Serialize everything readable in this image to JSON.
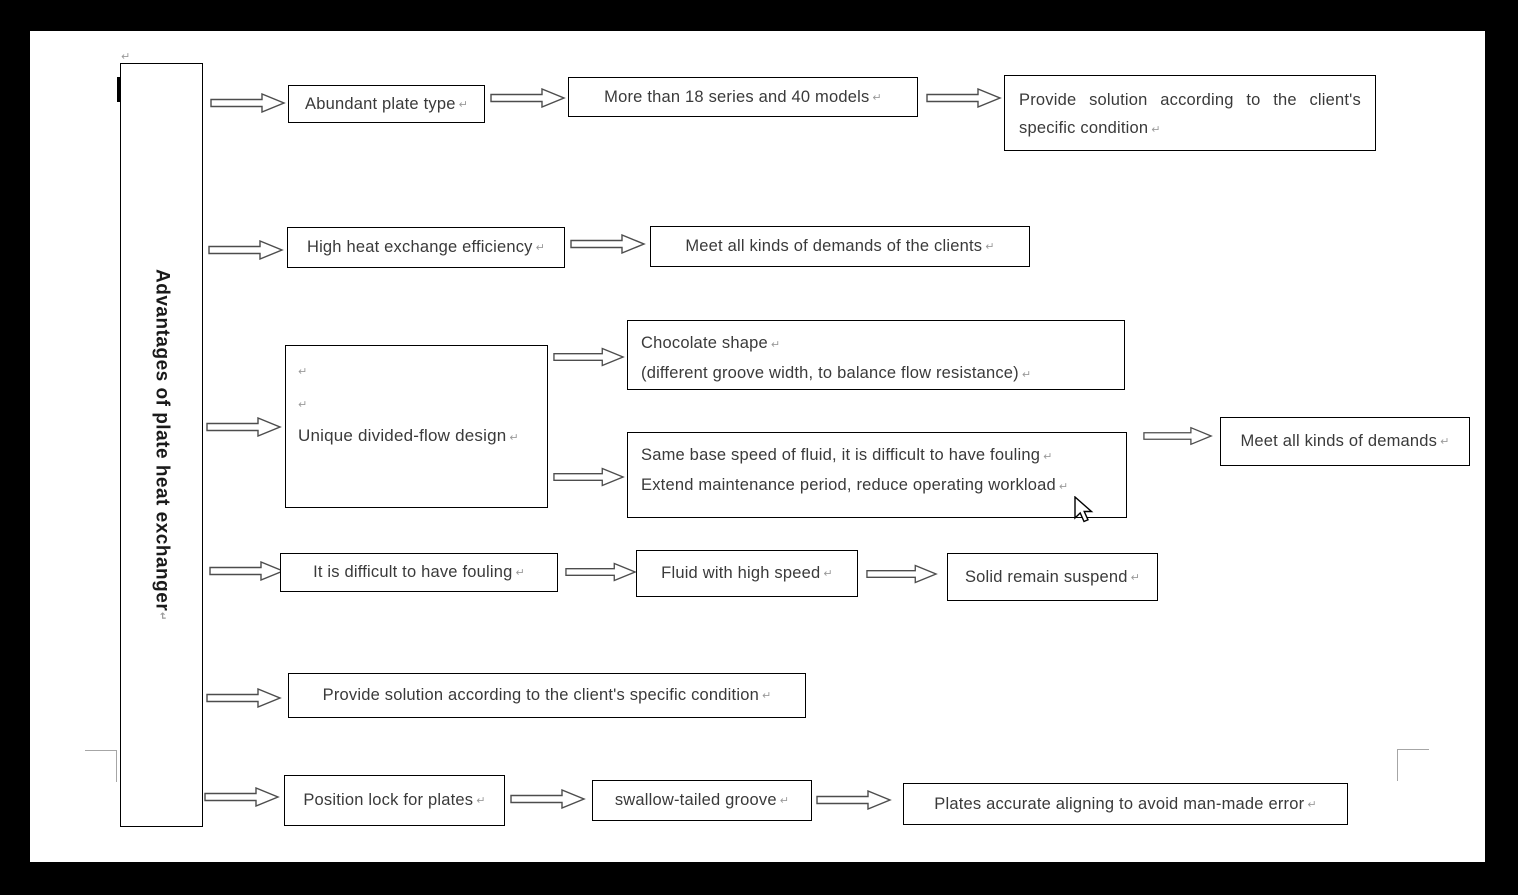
{
  "title": {
    "text": "Advantages of plate heat exchanger"
  },
  "marks": {
    "pilcrow": "↵"
  },
  "icons": {
    "arrow": "block-arrow-right",
    "cursor": "mouse-pointer-arrow",
    "paragraph_mark": "↵"
  },
  "colors": {
    "frame": "#000000",
    "page": "#ffffff",
    "box_border": "#000000",
    "text": "#3a3a3a",
    "arrow_outline": "#4d4d4d",
    "pilcrow": "#9a9a9a",
    "margin_mark": "#a6a6a6"
  },
  "boxes": {
    "abundant": "Abundant plate type",
    "more_models": "More than 18 series and 40 models",
    "provide_top": "Provide solution according to the client's specific condition",
    "high_heat": "High heat exchange efficiency",
    "meet_clients": "Meet all kinds of demands of the clients",
    "unique_design": "Unique divided-flow design",
    "chocolate_line1": "Chocolate shape",
    "chocolate_line2": "(different groove width, to balance flow resistance)",
    "same_base_line1": "Same base speed of fluid, it is difficult to have fouling",
    "same_base_line2": "Extend maintenance period, reduce operating workload",
    "meet_demands": "Meet all kinds of demands",
    "difficult_fouling": "It is difficult to have fouling",
    "fluid_speed": "Fluid with high speed",
    "solid_suspend": "Solid remain suspend",
    "provide_bottom": "Provide solution according to the client's specific condition",
    "position_lock": "Position lock for plates",
    "swallow_groove": "swallow-tailed groove",
    "plates_aligning": "Plates accurate aligning to avoid man-made error"
  }
}
